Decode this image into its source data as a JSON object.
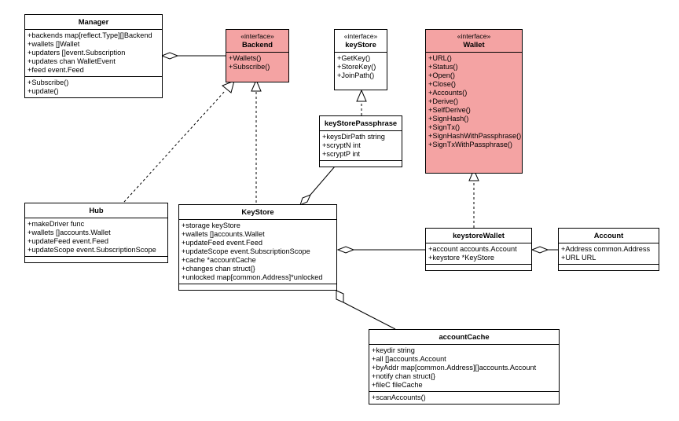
{
  "classes": {
    "manager": {
      "name": "Manager",
      "fields": [
        "+backends map[reflect.Type][]Backend",
        "+wallets  []Wallet",
        "+updaters []event.Subscription",
        "+updates  chan WalletEvent",
        "+feed event.Feed"
      ],
      "methods": [
        "+Subscribe()",
        "+update()"
      ]
    },
    "backend": {
      "stereotype": "«interface»",
      "name": "Backend",
      "methods": [
        "+Wallets()",
        "+Subscribe()"
      ]
    },
    "keystore_if": {
      "stereotype": "«interface»",
      "name": "keyStore",
      "methods": [
        "+GetKey()",
        "+StoreKey()",
        "+JoinPath()"
      ]
    },
    "wallet": {
      "stereotype": "«interface»",
      "name": "Wallet",
      "methods": [
        "+URL()",
        "+Status()",
        "+Open()",
        "+Close()",
        "+Accounts()",
        "+Derive()",
        "+SelfDerive()",
        "+SignHash()",
        "+SignTx()",
        "+SignHashWithPassphrase()",
        "+SignTxWithPassphrase()"
      ]
    },
    "passphrase": {
      "name": "keyStorePassphrase",
      "fields": [
        "+keysDirPath string",
        "+scryptN int",
        "+scryptP int"
      ],
      "methods": []
    },
    "hub": {
      "name": "Hub",
      "fields": [
        "+makeDriver func",
        "+wallets []accounts.Wallet",
        "+updateFeed event.Feed",
        "+updateScope event.SubscriptionScope"
      ],
      "methods": []
    },
    "keystore": {
      "name": "KeyStore",
      "fields": [
        "+storage keyStore",
        "+wallets []accounts.Wallet",
        "+updateFeed event.Feed",
        "+updateScope event.SubscriptionScope",
        "+cache *accountCache",
        "+changes chan struct{}",
        "+unlocked map[common.Address]*unlocked"
      ],
      "methods": []
    },
    "keystore_wallet": {
      "name": "keystoreWallet",
      "fields": [
        "+account accounts.Account",
        "+keystore *KeyStore"
      ],
      "methods": []
    },
    "account": {
      "name": "Account",
      "fields": [
        "+Address common.Address",
        "+URL URL"
      ],
      "methods": []
    },
    "account_cache": {
      "name": "accountCache",
      "fields": [
        "+keydir string",
        "+all []accounts.Account",
        "+byAddr map[common.Address][]accounts.Account",
        "+notify chan struct{}",
        "+fileC fileCache"
      ],
      "methods": [
        "+scanAccounts()"
      ]
    }
  },
  "colors": {
    "interface_fill": "#f4a3a3",
    "class_fill": "#ffffff",
    "line": "#000000"
  }
}
